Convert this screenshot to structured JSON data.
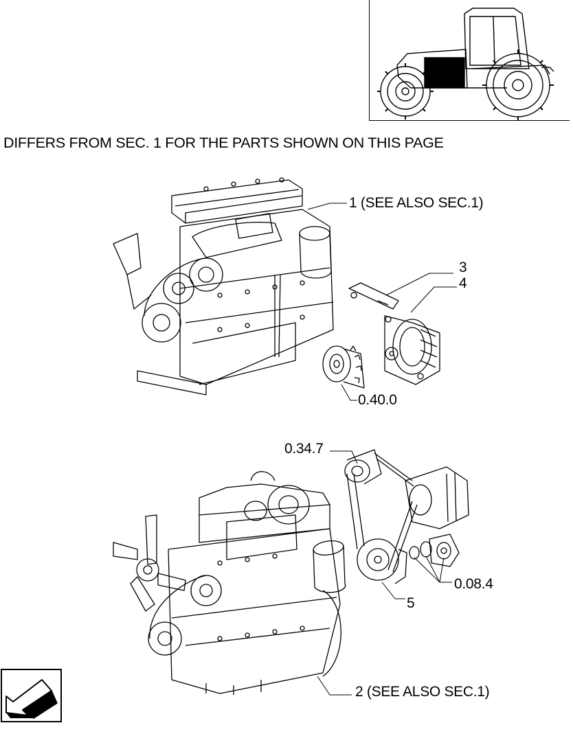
{
  "page": {
    "heading": "DIFFERS FROM SEC. 1 FOR THE PARTS SHOWN ON THIS PAGE"
  },
  "callouts": {
    "c1": "1 (SEE ALSO SEC.1)",
    "c3": "3",
    "c4": "4",
    "c040": "0.40.0",
    "c347": "0.34.7",
    "c084": "0.08.4",
    "c5": "5",
    "c2": "2 (SEE ALSO SEC.1)"
  },
  "icons": {
    "inset": "tractor-locator-icon",
    "nav": "previous-page-arrow-icon"
  }
}
